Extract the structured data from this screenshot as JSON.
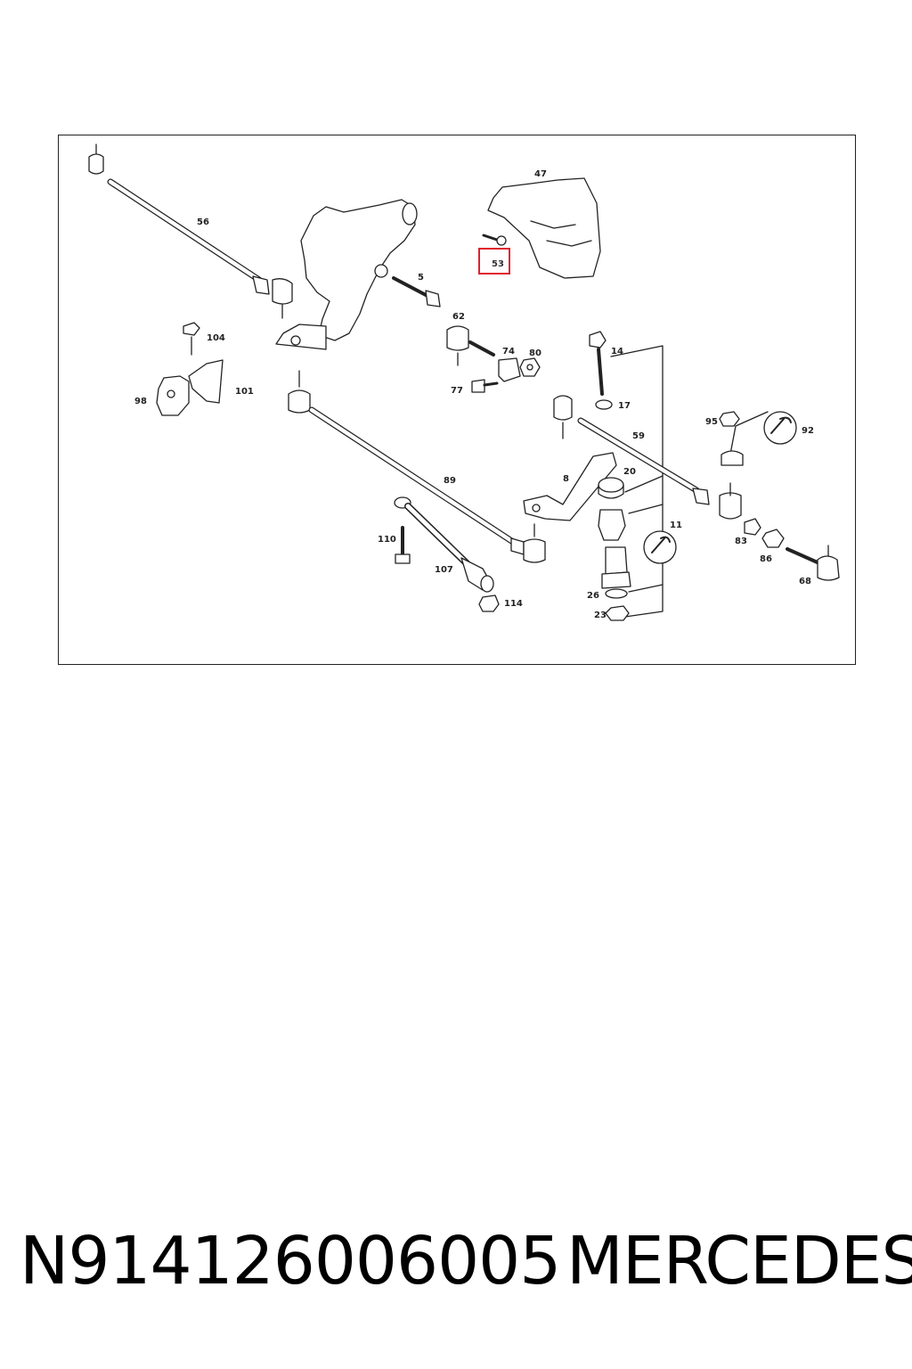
{
  "diagram": {
    "highlight_color": "#e0202c",
    "callouts": [
      {
        "id": "56",
        "label": "56"
      },
      {
        "id": "47",
        "label": "47"
      },
      {
        "id": "53",
        "label": "53",
        "highlighted": true
      },
      {
        "id": "5",
        "label": "5"
      },
      {
        "id": "62",
        "label": "62"
      },
      {
        "id": "104",
        "label": "104"
      },
      {
        "id": "101",
        "label": "101"
      },
      {
        "id": "98",
        "label": "98"
      },
      {
        "id": "74",
        "label": "74"
      },
      {
        "id": "80",
        "label": "80"
      },
      {
        "id": "77",
        "label": "77"
      },
      {
        "id": "14",
        "label": "14"
      },
      {
        "id": "17",
        "label": "17"
      },
      {
        "id": "95",
        "label": "95"
      },
      {
        "id": "92",
        "label": "92"
      },
      {
        "id": "59",
        "label": "59"
      },
      {
        "id": "89",
        "label": "89"
      },
      {
        "id": "8",
        "label": "8"
      },
      {
        "id": "20",
        "label": "20"
      },
      {
        "id": "11",
        "label": "11"
      },
      {
        "id": "110",
        "label": "110"
      },
      {
        "id": "107",
        "label": "107"
      },
      {
        "id": "83",
        "label": "83"
      },
      {
        "id": "86",
        "label": "86"
      },
      {
        "id": "68",
        "label": "68"
      },
      {
        "id": "26",
        "label": "26"
      },
      {
        "id": "114",
        "label": "114"
      },
      {
        "id": "23",
        "label": "23"
      }
    ]
  },
  "footer": {
    "part_number": "N914126006005",
    "brand": "MERCEDES"
  }
}
